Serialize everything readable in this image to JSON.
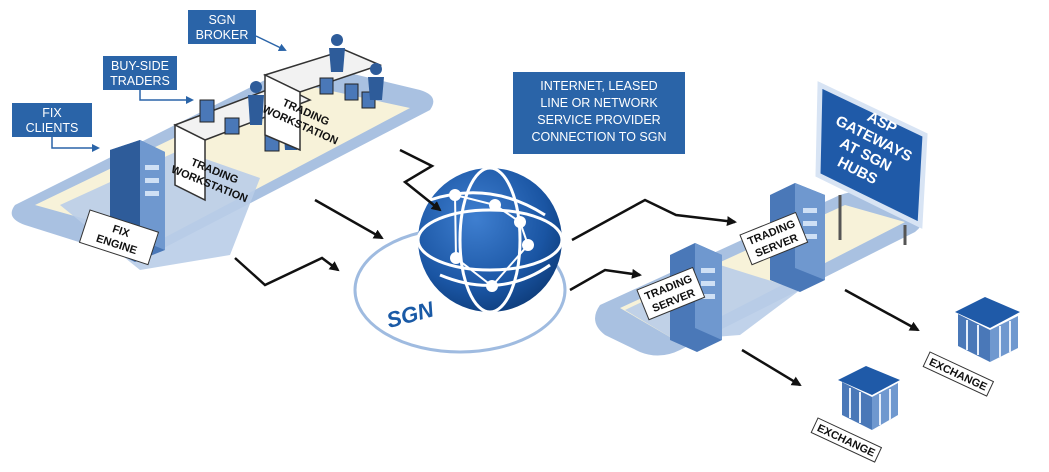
{
  "colors": {
    "label_bg": "#2a64a8",
    "platform_outer": "#a9c1e1",
    "platform_inner": "#f7f2d9",
    "platform_floor": "#b9cde8",
    "globe": "#1c5aa8",
    "server": "#4a78b8",
    "arrow": "#111111"
  },
  "labels": {
    "sgn_broker": [
      "SGN",
      "BROKER"
    ],
    "buy_side_traders": [
      "BUY-SIDE",
      "TRADERS"
    ],
    "fix_clients": [
      "FIX",
      "CLIENTS"
    ],
    "connection": [
      "INTERNET, LEASED",
      "LINE OR NETWORK",
      "SERVICE PROVIDER",
      "CONNECTION TO SGN"
    ]
  },
  "plates": {
    "fix_engine": [
      "FIX",
      "ENGINE"
    ],
    "workstation_front": [
      "TRADING",
      "WORKSTATION"
    ],
    "workstation_back": [
      "TRADING",
      "WORKSTATION"
    ],
    "server_left": [
      "TRADING",
      "SERVER"
    ],
    "server_right": [
      "TRADING",
      "SERVER"
    ],
    "exchange_left": "EXCHANGE",
    "exchange_right": "EXCHANGE"
  },
  "asp_sign": [
    "ASP",
    "GATEWAYS",
    "AT SGN",
    "HUBS"
  ],
  "sgn_label": "SGN",
  "icons": [
    "person-icon",
    "monitor-icon",
    "server-icon",
    "globe-icon",
    "building-icon",
    "billboard-icon",
    "arrow-icon"
  ]
}
